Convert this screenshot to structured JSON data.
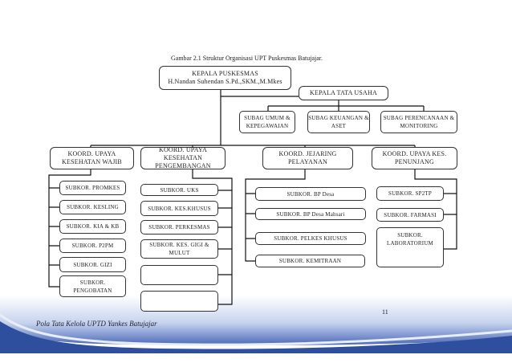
{
  "caption": "Gambar  2.1 Struktur Organisasi  UPT Puskesmas  Batujajar.",
  "head": {
    "title": "KEPALA  PUSKESMAS",
    "name": "H.Nandan Suhendan S.Pd.,SKM.,M.Mkes"
  },
  "ktu": "KEPALA TATA USAHA",
  "subag": [
    "SUBAG  UMUM & KEPEGAWAIAN",
    "SUBAG KEUANGAN & ASET",
    "SUBAG  PERENCANAAN & MONITORING"
  ],
  "koord": [
    "KOORD. UPAYA KESEHATAN WAJIB",
    "KOORD. UPAYA KESEHATAN PENGEMBANGAN",
    "KOORD. JEJARING PELAYANAN",
    "KOORD. UPAYA KES. PENUNJANG"
  ],
  "col1": [
    "SUBKOR.  PROMKES",
    "SUBKOR.  KESLING",
    "SUBKOR.  KIA & KB",
    "SUBKOR.  P2PM",
    "SUBKOR.  GIZI",
    "SUBKOR. PENGOBATAN"
  ],
  "col2": [
    "SUBKOR.  UKS",
    "SUBKOR.  KES.KHUSUS",
    "SUBKOR.  PERKESMAS",
    "SUBKOR.  KES. GIGI & MULUT",
    "",
    ""
  ],
  "col3": [
    "SUBKOR.  BP Desa",
    "SUBKOR.  BP Desa Mahsari",
    "SUBKOR.  PELKES  KHUSUS",
    "SUBKOR.  KEMITRAAN"
  ],
  "col4": [
    "SUBKOR.  SP2TP",
    "SUBKOR.  FARMASI",
    "SUBKOR. LABORATORIUM"
  ],
  "page_number": "11",
  "footer": "Pola Tata Kelola UPTD Yankes Batujajar"
}
